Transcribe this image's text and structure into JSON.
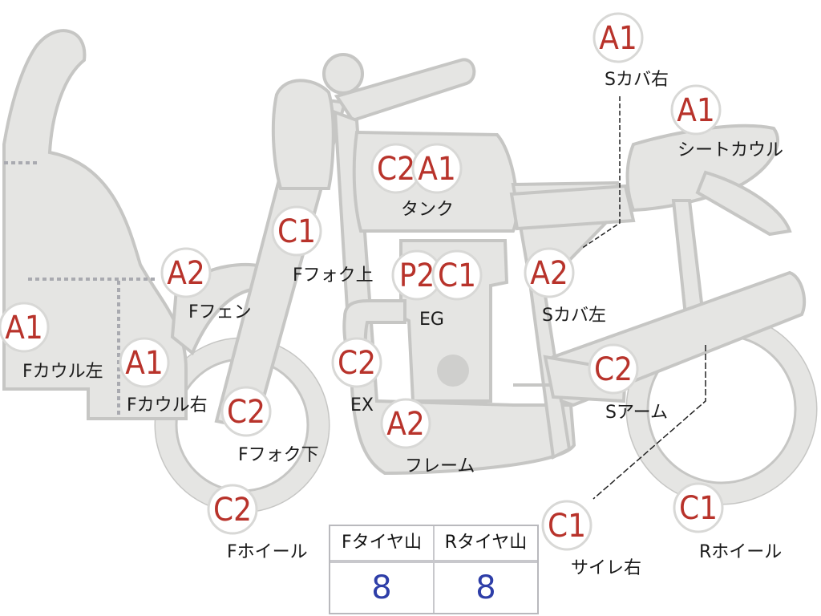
{
  "grades": [
    {
      "id": "fcowl-left",
      "part": "Fカウル左",
      "codes": [
        "A1"
      ]
    },
    {
      "id": "fcowl-right",
      "part": "Fカウル右",
      "codes": [
        "A1"
      ]
    },
    {
      "id": "ffender",
      "part": "Fフェン",
      "codes": [
        "A2"
      ]
    },
    {
      "id": "ffork-upper",
      "part": "Fフォク上",
      "codes": [
        "C1"
      ]
    },
    {
      "id": "ffork-lower",
      "part": "Fフォク下",
      "codes": [
        "C2"
      ]
    },
    {
      "id": "fwheel",
      "part": "Fホイール",
      "codes": [
        "C2"
      ]
    },
    {
      "id": "tank",
      "part": "タンク",
      "codes": [
        "C2",
        "A1"
      ]
    },
    {
      "id": "engine",
      "part": "EG",
      "codes": [
        "P2",
        "C1"
      ]
    },
    {
      "id": "exhaust",
      "part": "EX",
      "codes": [
        "C2"
      ]
    },
    {
      "id": "frame",
      "part": "フレーム",
      "codes": [
        "A2"
      ]
    },
    {
      "id": "scover-right",
      "part": "Sカバ右",
      "codes": [
        "A1"
      ]
    },
    {
      "id": "seat-cowl",
      "part": "シートカウル",
      "codes": [
        "A1"
      ]
    },
    {
      "id": "scover-left",
      "part": "Sカバ左",
      "codes": [
        "A2"
      ]
    },
    {
      "id": "swingarm",
      "part": "Sアーム",
      "codes": [
        "C2"
      ]
    },
    {
      "id": "muffler-right",
      "part": "サイレ右",
      "codes": [
        "C1"
      ]
    },
    {
      "id": "rwheel",
      "part": "Rホイール",
      "codes": [
        "C1"
      ]
    }
  ],
  "tread": {
    "front_label": "Fタイヤ山",
    "rear_label": "Rタイヤ山",
    "front_value": "8",
    "rear_value": "8"
  },
  "colors": {
    "grade_text": "#b8332b",
    "tread_value": "#2e3ea8",
    "part_fill": "#e5e5e3"
  }
}
